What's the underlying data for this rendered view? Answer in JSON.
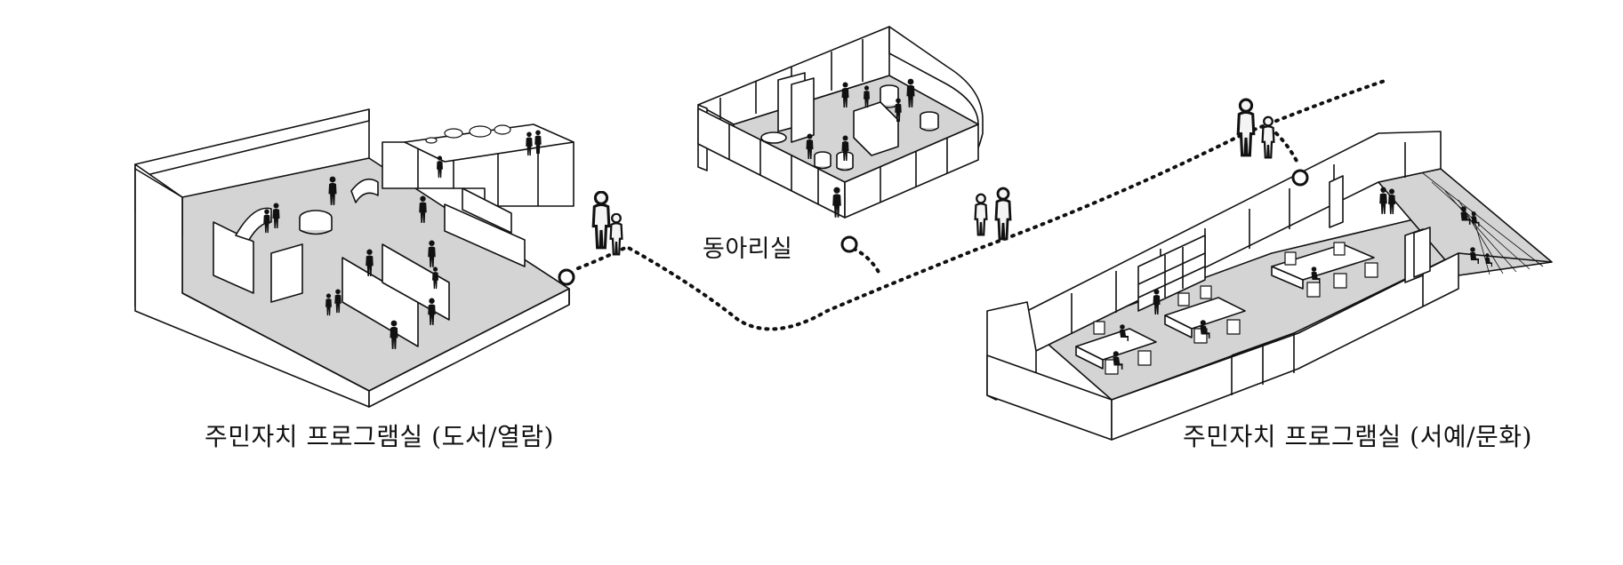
{
  "labels": {
    "library_room": "주민자치 프로그램실 (도서/열람)",
    "club_room": "동아리실",
    "culture_room": "주민자치 프로그램실 (서예/문화)"
  },
  "colors": {
    "floor": "#d4d4d4",
    "wall": "#ffffff",
    "line": "#111111",
    "figure": "#111111",
    "ghost_figure": "#f4f4f4"
  }
}
